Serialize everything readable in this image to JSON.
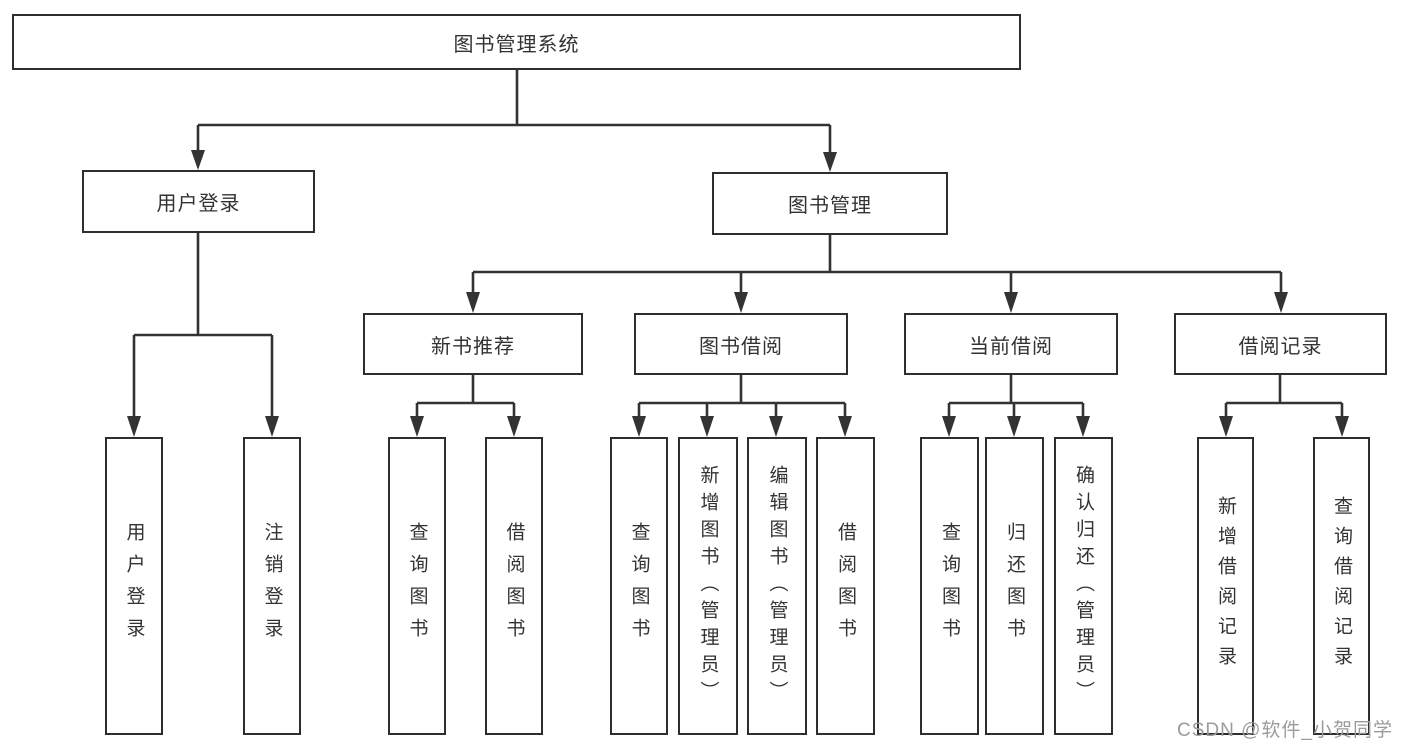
{
  "diagram": {
    "root": {
      "label": "图书管理系统"
    },
    "level2": [
      {
        "id": "user_login",
        "label": "用户登录"
      },
      {
        "id": "book_mgmt",
        "label": "图书管理"
      }
    ],
    "level3": [
      {
        "id": "new_book",
        "label": "新书推荐"
      },
      {
        "id": "book_borrow",
        "label": "图书借阅"
      },
      {
        "id": "current_borrow",
        "label": "当前借阅"
      },
      {
        "id": "borrow_record",
        "label": "借阅记录"
      }
    ],
    "leaves": {
      "user_login": [
        "用户登录",
        "注销登录"
      ],
      "new_book": [
        "查询图书",
        "借阅图书"
      ],
      "book_borrow": [
        "查询图书",
        "新增图书（管理员）",
        "编辑图书（管理员）",
        "借阅图书"
      ],
      "current_borrow": [
        "查询图书",
        "归还图书",
        "确认归还（管理员）"
      ],
      "borrow_record": [
        "新增借阅记录",
        "查询借阅记录"
      ]
    }
  },
  "watermark": "CSDN @软件_小贺同学",
  "colors": {
    "line": "#333333",
    "border": "#2e2e2e",
    "text": "#333333",
    "watermark": "#9b9b9b",
    "background": "#ffffff"
  }
}
